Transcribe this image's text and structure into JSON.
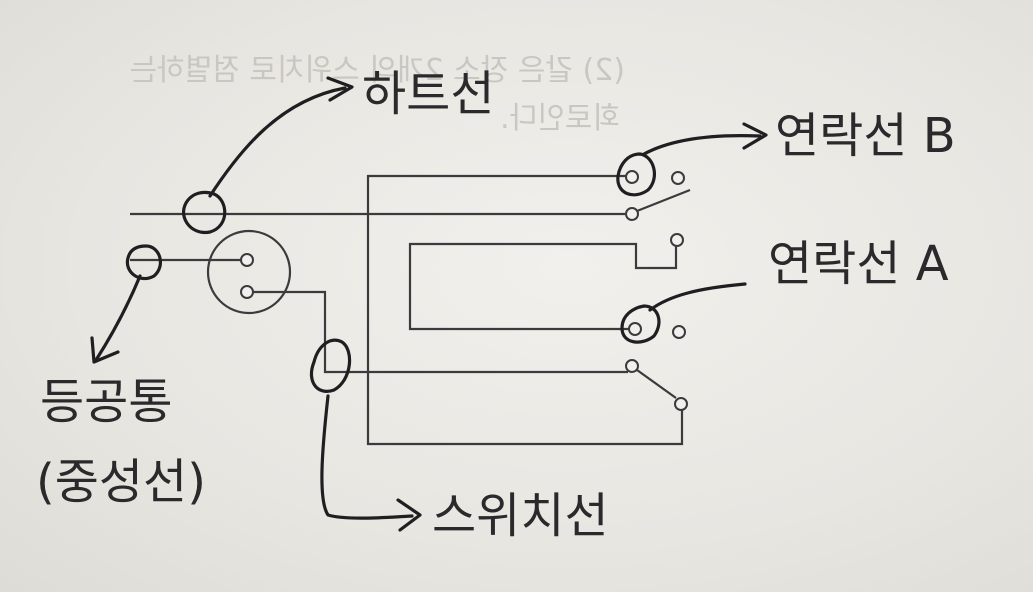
{
  "ghost_text": {
    "line1": "(2) 같은 장소 2개의 스위치로 점멸하는",
    "line2": "회로인다."
  },
  "labels": {
    "hot_wire": "하트선",
    "traveler_b": "연락선 B",
    "traveler_a": "연락선 A",
    "neutral_line1": "등공통",
    "neutral_line2": "(중성선)",
    "switch_wire": "스위치선"
  },
  "colors": {
    "ink": "#1f1f22",
    "wire": "#3b3b3d",
    "paper": "#efeeea"
  }
}
